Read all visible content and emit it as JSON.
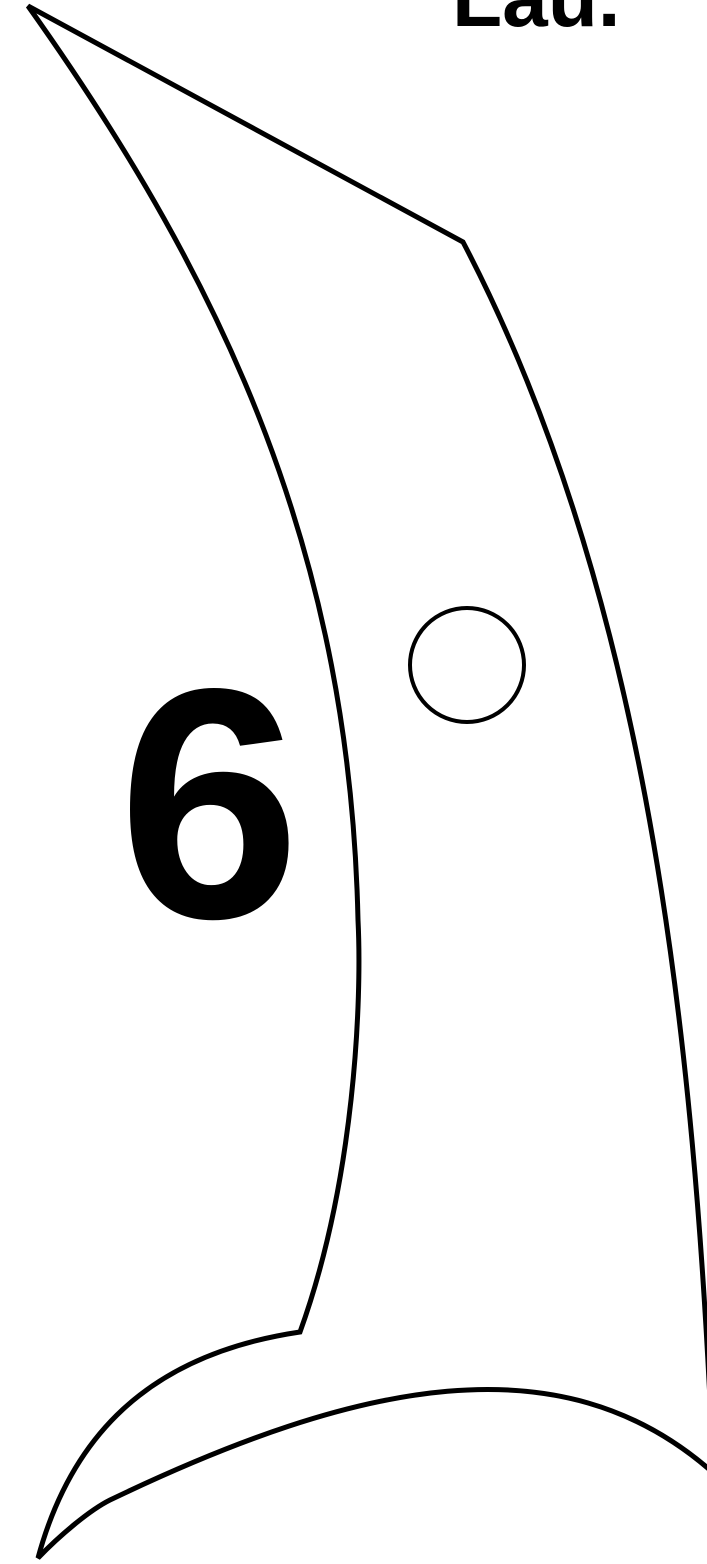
{
  "puzzle_piece": {
    "number": "6",
    "partial_label": "Lau.",
    "outline_color": "#000000",
    "fill_color": "#ffffff",
    "eye_icon": "circle-eye"
  }
}
